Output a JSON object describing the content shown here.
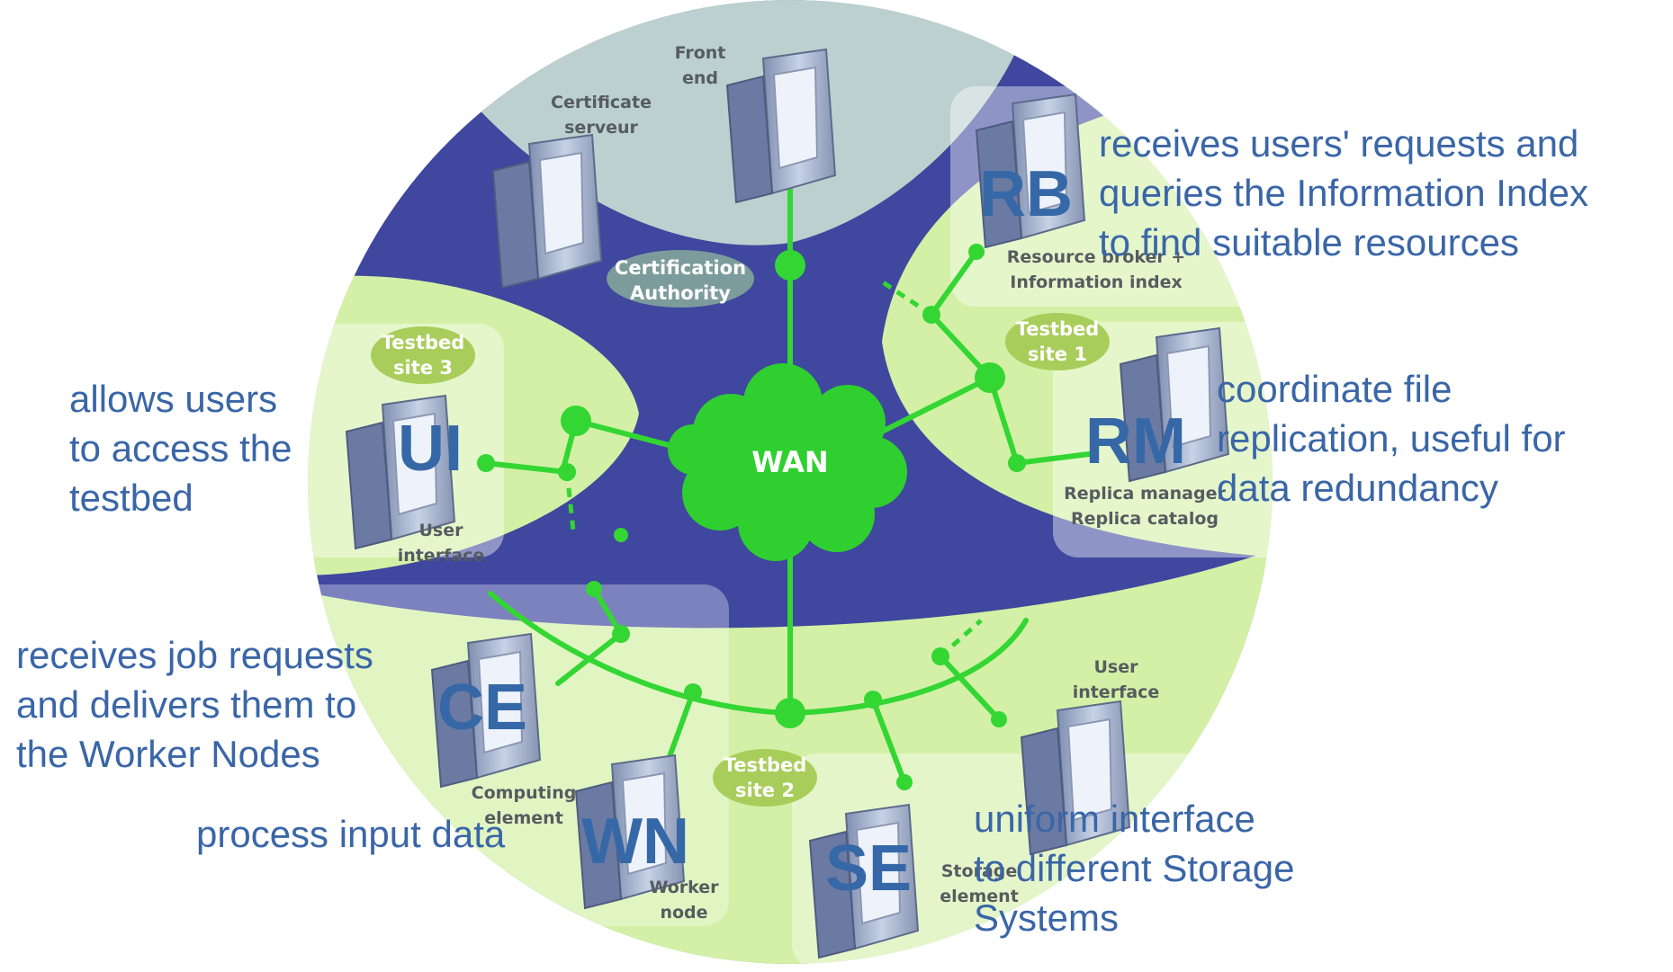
{
  "diagram": {
    "center": {
      "label": "WAN"
    },
    "regions": {
      "certificate": {
        "server_label": [
          "Certificate",
          "serveur"
        ],
        "frontend_label": [
          "Front",
          "end"
        ],
        "authority_label": [
          "Certification",
          "Authority"
        ]
      },
      "site1": {
        "site_label": [
          "Testbed",
          "site 1"
        ],
        "rb_caption": [
          "Resource broker +",
          "Information index"
        ],
        "rm_caption": [
          "Replica manager",
          "Replica catalog"
        ]
      },
      "site3": {
        "site_label": [
          "Testbed",
          "site 3"
        ],
        "ui_caption": [
          "User",
          "interface"
        ]
      },
      "site2": {
        "site_label": [
          "Testbed",
          "site 2"
        ],
        "ce_caption": [
          "Computing",
          "element"
        ],
        "wn_caption": [
          "Worker",
          "node"
        ],
        "se_caption": [
          "Storage",
          "element"
        ],
        "ui_caption": [
          "User",
          "interface"
        ]
      }
    },
    "components": [
      {
        "abbr": "RB",
        "description": [
          "receives users' requests and",
          "queries the Information Index",
          "to find suitable resources"
        ]
      },
      {
        "abbr": "RM",
        "description": [
          "coordinate file",
          "replication, useful for",
          "data redundancy"
        ]
      },
      {
        "abbr": "UI",
        "description": [
          "allows users",
          "to access the",
          "testbed"
        ]
      },
      {
        "abbr": "CE",
        "description": [
          "receives job requests",
          "and delivers them to",
          "the Worker Nodes"
        ]
      },
      {
        "abbr": "WN",
        "description": [
          "process input data"
        ]
      },
      {
        "abbr": "SE",
        "description": [
          "uniform interface",
          "to different Storage",
          "Systems"
        ]
      }
    ],
    "colors": {
      "background_band": "#3f479e",
      "certificate_region": "#bcd0cf",
      "site_region": "#d3f0a6",
      "network_green": "#33d633",
      "site_label_oval": "#a9cd5a",
      "authority_oval": "#7c9c9b",
      "text_blue": "#3a66a7"
    }
  }
}
